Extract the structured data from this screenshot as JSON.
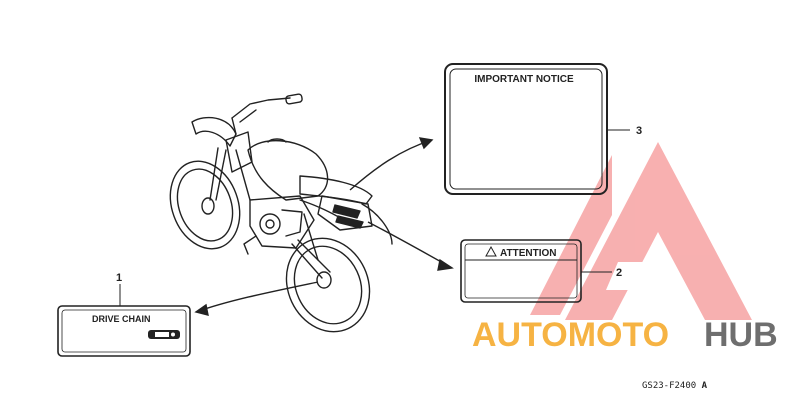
{
  "labels": {
    "drive_chain": {
      "title": "DRIVE CHAIN",
      "callout": "1"
    },
    "attention": {
      "title": "ATTENTION",
      "callout": "2"
    },
    "important_notice": {
      "title": "IMPORTANT NOTICE",
      "callout": "3"
    }
  },
  "watermark": {
    "part1": "AUTOMOTO",
    "part2": "HUB",
    "color_primary": "#f5a623",
    "color_secondary": "#555555",
    "logo_color": "#f37c7c"
  },
  "diagram_code": "GS23-F2400",
  "diagram_code_suffix": "A",
  "icons": {
    "warning": "warning-triangle-icon",
    "chain_tool": "chain-adjuster-icon"
  }
}
